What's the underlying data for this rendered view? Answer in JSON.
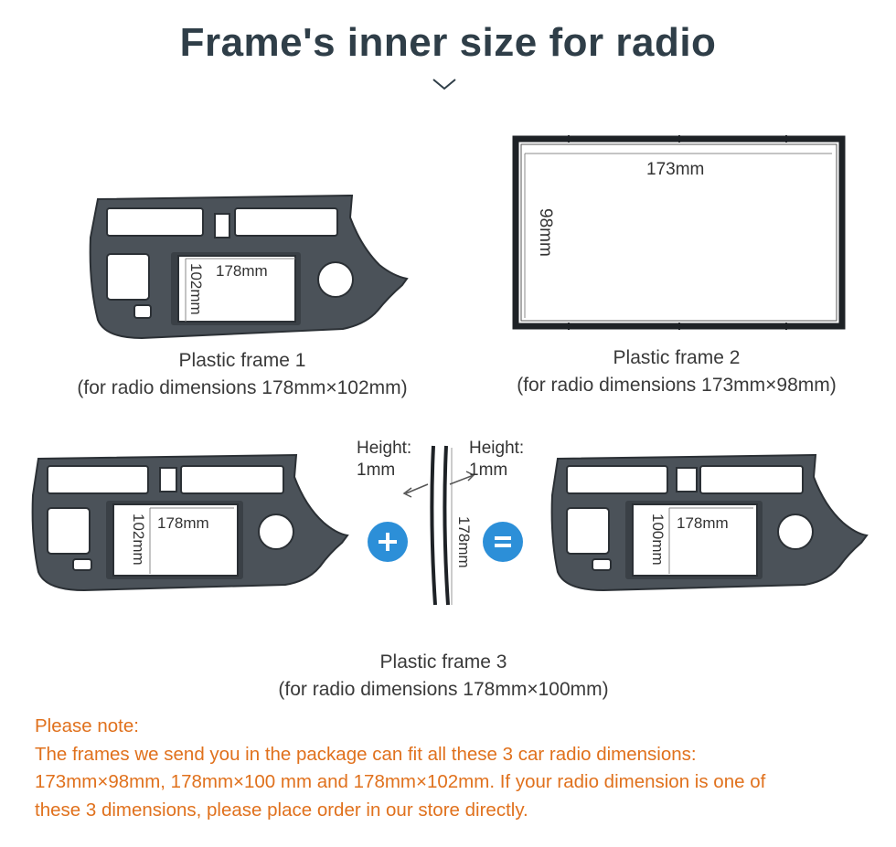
{
  "title": "Frame's inner size for radio",
  "icons": {
    "chevron": "chevron-down-icon",
    "plus": "plus-icon",
    "equals": "equals-icon"
  },
  "colors": {
    "title": "#2f3e48",
    "frame_fill": "#4a5057",
    "frame_dark": "#2b3035",
    "accent_blue": "#2c8fd8",
    "note_orange": "#e0711d"
  },
  "frame1": {
    "width_label": "178mm",
    "height_label": "102mm",
    "name": "Plastic frame 1",
    "desc": "(for radio dimensions 178mm×102mm)"
  },
  "frame2": {
    "width_label": "173mm",
    "height_label": "98mm",
    "name": "Plastic frame 2",
    "desc": "(for radio dimensions 173mm×98mm)"
  },
  "frame3": {
    "left": {
      "width_label": "178mm",
      "height_label": "102mm"
    },
    "strip": {
      "left_label_1": "Height:",
      "left_label_2": "1mm",
      "right_label_1": "Height:",
      "right_label_2": "1mm",
      "length_label": "178mm"
    },
    "right": {
      "width_label": "178mm",
      "height_label": "100mm"
    },
    "name": "Plastic frame 3",
    "desc": "(for radio dimensions 178mm×100mm)"
  },
  "note": {
    "heading": "Please note:",
    "line1": "The frames we send you in the package can fit all these 3 car radio dimensions:",
    "line2": "173mm×98mm,  178mm×100 mm and  178mm×102mm. If your radio dimension is one of",
    "line3": "these 3 dimensions, please place order in our store directly."
  }
}
